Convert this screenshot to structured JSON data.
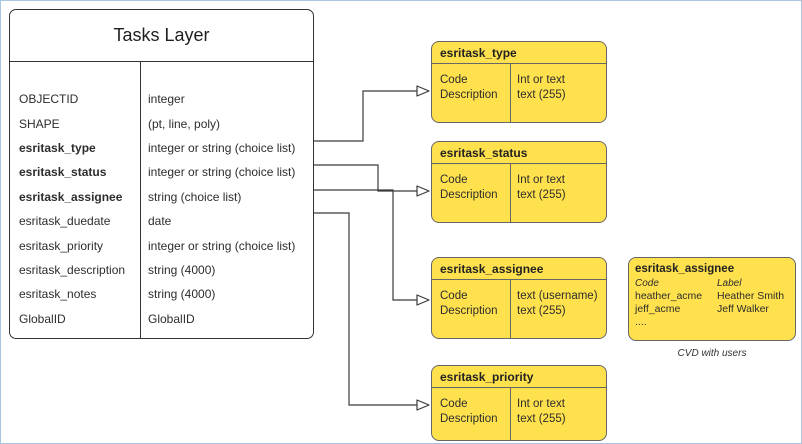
{
  "diagram": {
    "colors": {
      "choice_table_fill": "#FFE14D",
      "choice_table_border": "#666666",
      "entity_fill": "#FFFFFF",
      "entity_border": "#333333",
      "connector": "#3B3B3B",
      "canvas_border": "#A9C5E2"
    },
    "tasks_layer": {
      "title": "Tasks Layer",
      "fields": [
        {
          "name": "OBJECTID",
          "type": "integer"
        },
        {
          "name": "SHAPE",
          "type": "(pt, line, poly)"
        },
        {
          "name": "esritask_type",
          "type": "integer or string (choice list)"
        },
        {
          "name": "esritask_status",
          "type": "integer or string (choice list)"
        },
        {
          "name": "esritask_assignee",
          "type": "string (choice list)"
        },
        {
          "name": "esritask_duedate",
          "type": "date"
        },
        {
          "name": "esritask_priority",
          "type": "integer or string (choice list)"
        },
        {
          "name": "esritask_description",
          "type": "string (4000)"
        },
        {
          "name": "esritask_notes",
          "type": "string (4000)"
        },
        {
          "name": "GlobalID",
          "type": "GlobalID"
        }
      ]
    },
    "choice_tables": [
      {
        "title": "esritask_type",
        "rows": [
          {
            "left": "Code",
            "right": "Int or text"
          },
          {
            "left": "Description",
            "right": "text (255)"
          }
        ]
      },
      {
        "title": "esritask_status",
        "rows": [
          {
            "left": "Code",
            "right": "Int or text"
          },
          {
            "left": "Description",
            "right": "text (255)"
          }
        ]
      },
      {
        "title": "esritask_assignee",
        "rows": [
          {
            "left": "Code",
            "right": "text  (username)"
          },
          {
            "left": "Description",
            "right": "text (255)"
          }
        ]
      },
      {
        "title": "esritask_priority",
        "rows": [
          {
            "left": "Code",
            "right": "Int or text"
          },
          {
            "left": "Description",
            "right": "text (255)"
          }
        ]
      }
    ],
    "cvd_table": {
      "title": "esritask_assignee",
      "col_headers": {
        "code": "Code",
        "label": "Label"
      },
      "rows": [
        {
          "code": "heather_acme",
          "label": "Heather Smith"
        },
        {
          "code": "jeff_acme",
          "label": "Jeff Walker"
        },
        {
          "code": "....",
          "label": ""
        }
      ],
      "caption": "CVD with users"
    },
    "connectors": [
      {
        "from": "esritask_type",
        "to": "esritask_type"
      },
      {
        "from": "esritask_status",
        "to": "esritask_status"
      },
      {
        "from": "esritask_assignee",
        "to": "esritask_assignee"
      },
      {
        "from": "esritask_priority",
        "to": "esritask_priority"
      }
    ]
  }
}
